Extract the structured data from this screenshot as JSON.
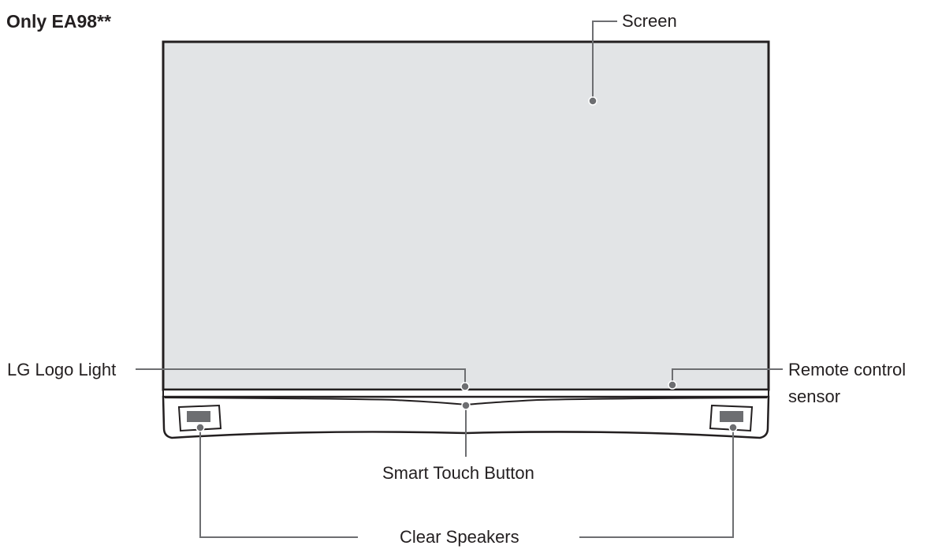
{
  "title": "Only EA98**",
  "labels": {
    "screen": "Screen",
    "logo_light": "LG Logo Light",
    "remote_sensor_line1": "Remote control",
    "remote_sensor_line2": "sensor",
    "smart_touch": "Smart Touch Button",
    "speakers": "Clear Speakers"
  },
  "colors": {
    "screen_fill": "#e2e4e6",
    "outline": "#231f20",
    "leader": "#6d6e71",
    "speaker_grille": "#6d6e71"
  }
}
